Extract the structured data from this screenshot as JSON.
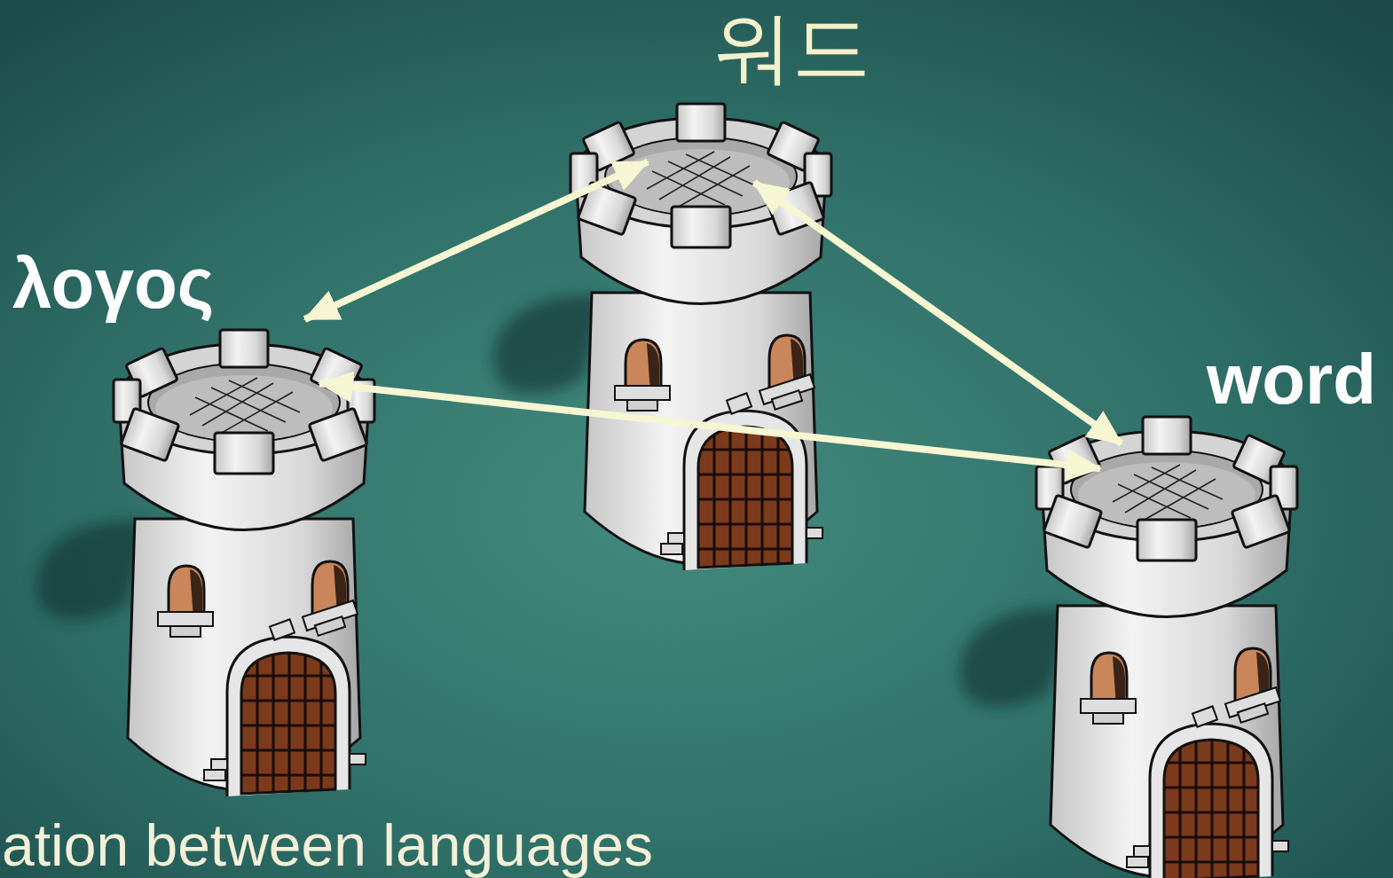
{
  "diagram": {
    "nodes": [
      {
        "text": [
          "워드"
        ]
      },
      {
        "text": [
          "λογος"
        ]
      },
      {
        "text": [
          "word"
        ]
      }
    ],
    "edges": [
      {
        "from": 1,
        "to": 0,
        "arrow": "both"
      },
      {
        "from": 0,
        "to": 2,
        "arrow": "both"
      },
      {
        "from": 1,
        "to": 2,
        "arrow": "both"
      }
    ],
    "labels": [
      "ation between languages"
    ]
  }
}
